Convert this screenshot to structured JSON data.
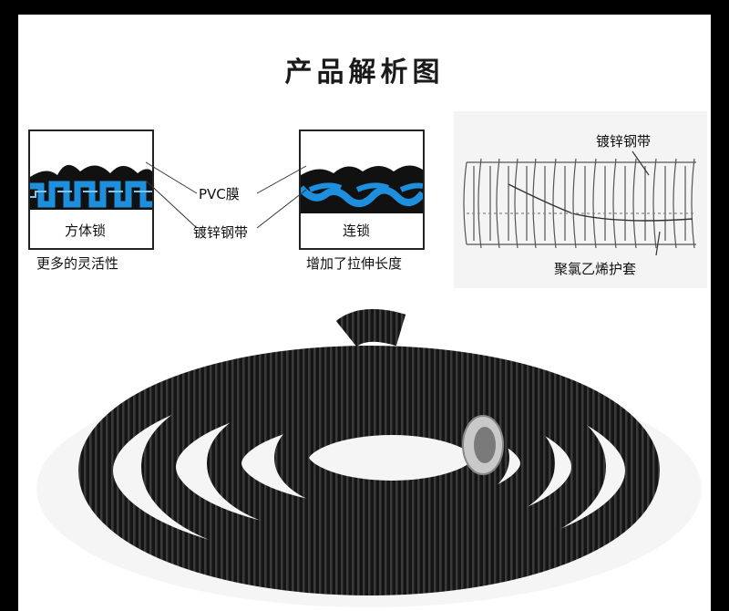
{
  "title": "产品解析图",
  "left_box": {
    "label": "方体锁",
    "caption": "更多的灵活性"
  },
  "right_box": {
    "label": "连锁",
    "caption": "增加了拉伸长度"
  },
  "callouts": {
    "pvc": "PVC膜",
    "steel": "镀锌钢带"
  },
  "tube_diagram": {
    "top_label": "镀锌钢带",
    "bottom_label": "聚氯乙烯护套"
  },
  "colors": {
    "blue_strip": "#1e8fdc",
    "black_jacket": "#111111",
    "panel_bg": "#f4f4f4"
  }
}
